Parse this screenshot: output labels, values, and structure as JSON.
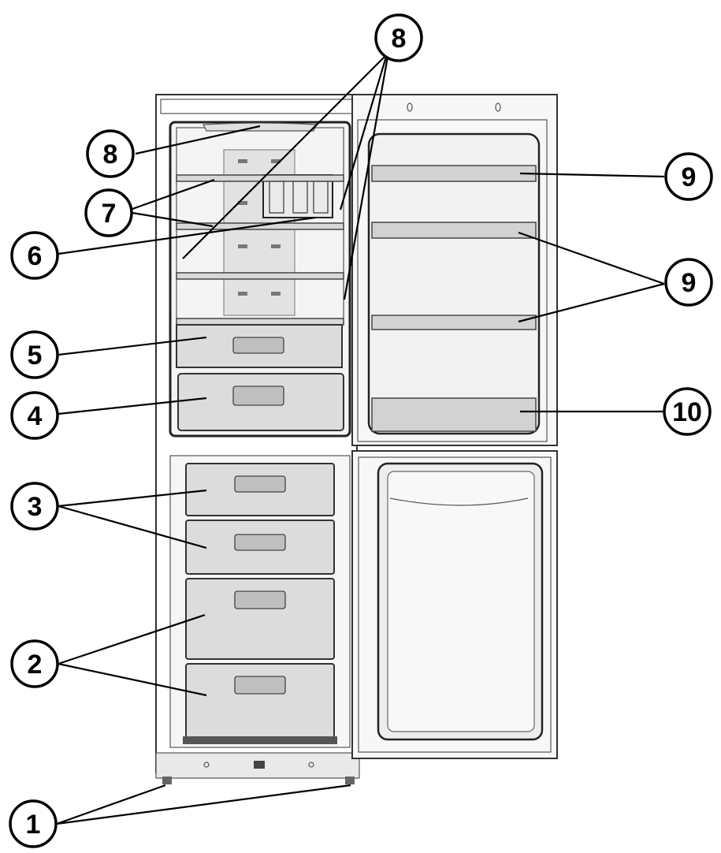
{
  "callouts": [
    {
      "id": "c8-top",
      "label": "8"
    },
    {
      "id": "c8-left",
      "label": "8"
    },
    {
      "id": "c7",
      "label": "7"
    },
    {
      "id": "c6",
      "label": "6"
    },
    {
      "id": "c5",
      "label": "5"
    },
    {
      "id": "c4",
      "label": "4"
    },
    {
      "id": "c3",
      "label": "3"
    },
    {
      "id": "c2",
      "label": "2"
    },
    {
      "id": "c1",
      "label": "1"
    },
    {
      "id": "c9-top",
      "label": "9"
    },
    {
      "id": "c9-mid",
      "label": "9"
    },
    {
      "id": "c10",
      "label": "10"
    }
  ],
  "colors": {
    "line": "#000000",
    "shelf_fill": "#d8d8d8",
    "drawer_fill": "#dcdcdc",
    "background": "#ffffff"
  }
}
